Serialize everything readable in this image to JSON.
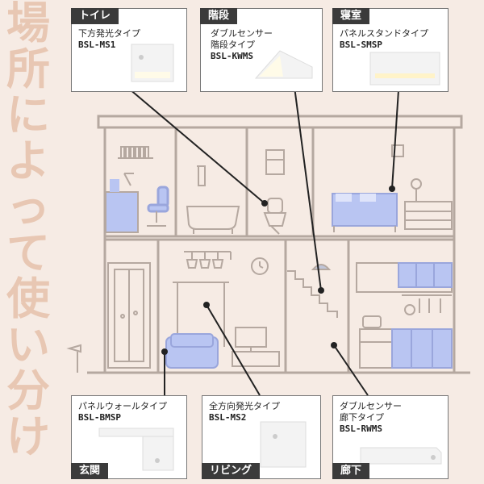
{
  "title_chars": [
    "場",
    "所",
    "に",
    "よ",
    "っ",
    "て",
    "使",
    "い",
    "分",
    "け"
  ],
  "palette": {
    "background": "#f6ebe4",
    "title": "#e8c7b3",
    "line": "#b5a8a0",
    "accent": "#b9c5f2",
    "tag": "#3b3b3b"
  },
  "cards": [
    {
      "id": "toilet",
      "location": "トイレ",
      "name": "下方発光タイプ",
      "model": "BSL-MS1"
    },
    {
      "id": "stairs",
      "location": "階段",
      "name": [
        "ダブルセンサー",
        "階段タイプ"
      ],
      "model": "BSL-KWMS"
    },
    {
      "id": "bedroom",
      "location": "寝室",
      "name": "パネルスタンドタイプ",
      "model": "BSL-SMSP"
    },
    {
      "id": "entrance",
      "location": "玄関",
      "name": "パネルウォールタイプ",
      "model": "BSL-BMSP"
    },
    {
      "id": "living",
      "location": "リビング",
      "name": "全方向発光タイプ",
      "model": "BSL-MS2"
    },
    {
      "id": "hallway",
      "location": "廊下",
      "name": [
        "ダブルセンサー",
        "廊下タイプ"
      ],
      "model": "BSL-RWMS"
    }
  ]
}
